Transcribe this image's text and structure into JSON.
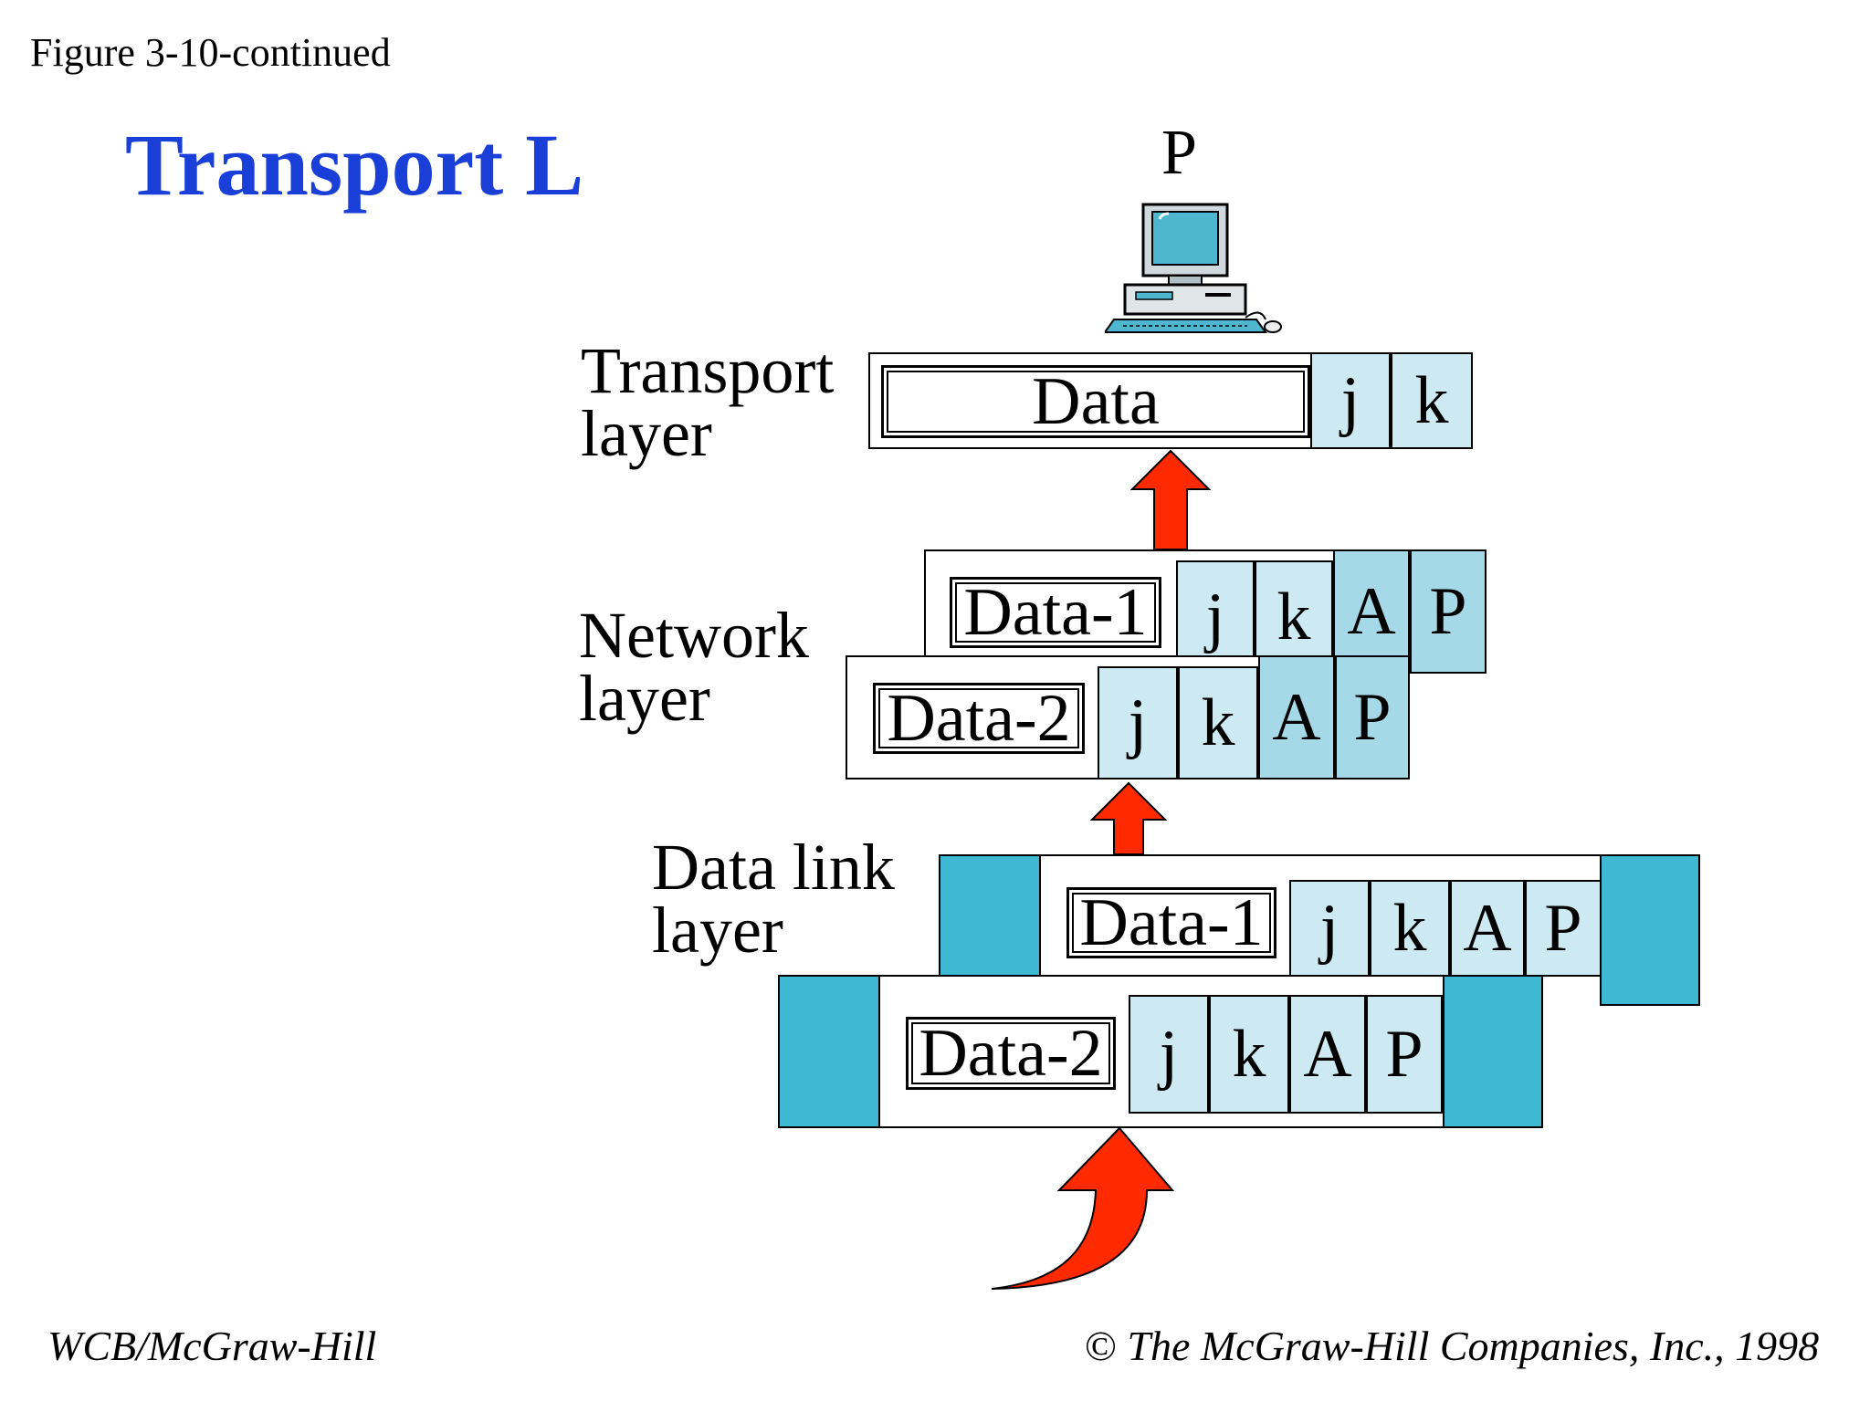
{
  "figure_label": "Figure 3-10-continued",
  "title": "Transport Layer",
  "host": {
    "name": "P"
  },
  "layers": {
    "transport": [
      "Transport",
      "layer"
    ],
    "network": [
      "Network",
      "layer"
    ],
    "datalink": [
      "Data link",
      "layer"
    ]
  },
  "transport_packet": {
    "data": "Data",
    "headers": [
      "j",
      "k"
    ]
  },
  "network_packets": [
    {
      "data": "Data-1",
      "headers": [
        "j",
        "k",
        "A",
        "P"
      ]
    },
    {
      "data": "Data-2",
      "headers": [
        "j",
        "k",
        "A",
        "P"
      ]
    }
  ],
  "datalink_frames": [
    {
      "data": "Data-1",
      "headers": [
        "j",
        "k",
        "A",
        "P"
      ]
    },
    {
      "data": "Data-2",
      "headers": [
        "j",
        "k",
        "A",
        "P"
      ]
    }
  ],
  "footer": {
    "publisher": "WCB/McGraw-Hill",
    "copyright_symbol": "©",
    "copyright": "The McGraw-Hill Companies, Inc., 1998"
  },
  "colors": {
    "title": "#1a3fd9",
    "header_light": "#cdeaf2",
    "header_dark": "#a6d9e8",
    "trailer": "#3fb8d3",
    "arrow": "#ff2a00"
  }
}
